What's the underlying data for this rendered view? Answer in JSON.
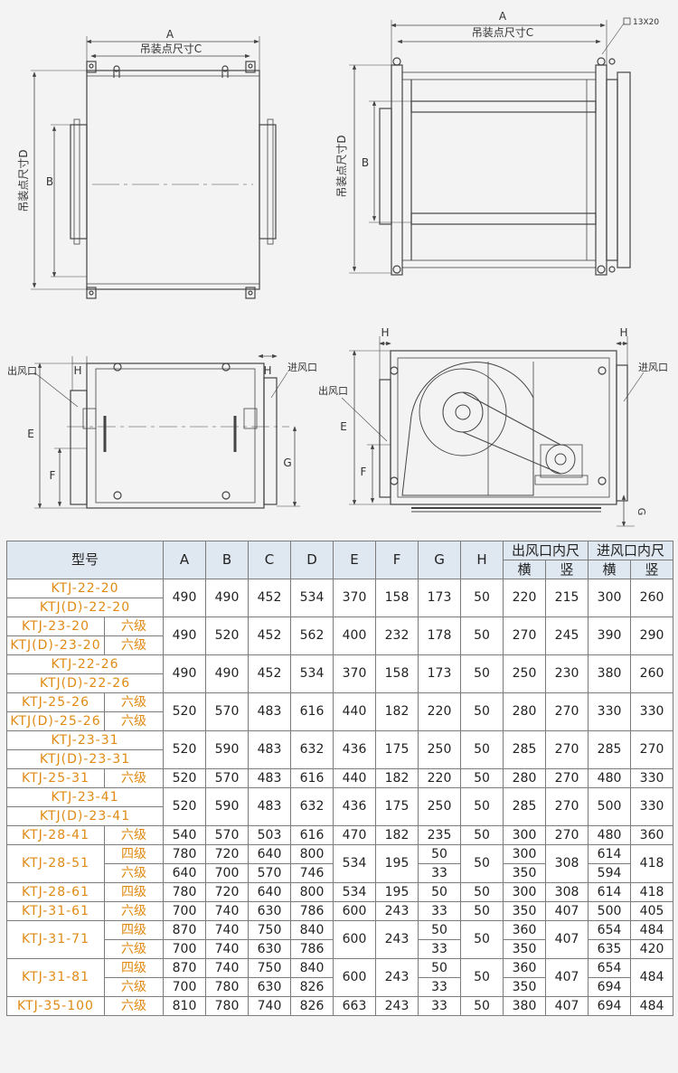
{
  "drawing_labels": {
    "A": "A",
    "B": "B",
    "C": "吊装点尺寸C",
    "D": "吊装点尺寸D",
    "E": "E",
    "F": "F",
    "G": "G",
    "H": "H",
    "hole": "13X20",
    "outlet": "出风口",
    "inlet": "进风口"
  },
  "table": {
    "headers": {
      "model": "型号",
      "dims": [
        "A",
        "B",
        "C",
        "D",
        "E",
        "F",
        "G",
        "H"
      ],
      "outlet": "出风口内尺",
      "inlet": "进风口内尺",
      "horizontal": "横",
      "vertical": "竖"
    },
    "groups": [
      {
        "rows": [
          {
            "model": "KTJ-22-20",
            "grade": "",
            "A": "490",
            "B": "490",
            "C": "452",
            "D": "534",
            "E": "370",
            "F": "158",
            "G": "173",
            "H": "50",
            "out_h": "220",
            "out_v": "215",
            "in_h": "300",
            "in_v": "260"
          },
          {
            "model": "KTJ(D)-22-20",
            "grade": ""
          }
        ]
      },
      {
        "rows": [
          {
            "model": "KTJ-23-20",
            "grade": "六级",
            "A": "490",
            "B": "520",
            "C": "452",
            "D": "562",
            "E": "400",
            "F": "232",
            "G": "178",
            "H": "50",
            "out_h": "270",
            "out_v": "245",
            "in_h": "390",
            "in_v": "290"
          },
          {
            "model": "KTJ(D)-23-20",
            "grade": "六级"
          }
        ]
      },
      {
        "rows": [
          {
            "model": "KTJ-22-26",
            "grade": "",
            "A": "490",
            "B": "490",
            "C": "452",
            "D": "534",
            "E": "370",
            "F": "158",
            "G": "173",
            "H": "50",
            "out_h": "250",
            "out_v": "230",
            "in_h": "380",
            "in_v": "260"
          },
          {
            "model": "KTJ(D)-22-26",
            "grade": ""
          }
        ]
      },
      {
        "rows": [
          {
            "model": "KTJ-25-26",
            "grade": "六级",
            "A": "520",
            "B": "570",
            "C": "483",
            "D": "616",
            "E": "440",
            "F": "182",
            "G": "220",
            "H": "50",
            "out_h": "280",
            "out_v": "270",
            "in_h": "330",
            "in_v": "330"
          },
          {
            "model": "KTJ(D)-25-26",
            "grade": "六级"
          }
        ]
      },
      {
        "rows": [
          {
            "model": "KTJ-23-31",
            "grade": "",
            "A": "520",
            "B": "590",
            "C": "483",
            "D": "632",
            "E": "436",
            "F": "175",
            "G": "250",
            "H": "50",
            "out_h": "285",
            "out_v": "270",
            "in_h": "285",
            "in_v": "270"
          },
          {
            "model": "KTJ(D)-23-31",
            "grade": ""
          }
        ]
      },
      {
        "rows": [
          {
            "model": "KTJ-25-31",
            "grade": "六级",
            "A": "520",
            "B": "570",
            "C": "483",
            "D": "616",
            "E": "440",
            "F": "182",
            "G": "220",
            "H": "50",
            "out_h": "280",
            "out_v": "270",
            "in_h": "480",
            "in_v": "330"
          }
        ]
      },
      {
        "rows": [
          {
            "model": "KTJ-23-41",
            "grade": "",
            "A": "520",
            "B": "590",
            "C": "483",
            "D": "632",
            "E": "436",
            "F": "175",
            "G": "250",
            "H": "50",
            "out_h": "285",
            "out_v": "270",
            "in_h": "500",
            "in_v": "330"
          },
          {
            "model": "KTJ(D)-23-41",
            "grade": ""
          }
        ]
      },
      {
        "rows": [
          {
            "model": "KTJ-28-41",
            "grade": "六级",
            "A": "540",
            "B": "570",
            "C": "503",
            "D": "616",
            "E": "470",
            "F": "182",
            "G": "235",
            "H": "50",
            "out_h": "300",
            "out_v": "270",
            "in_h": "480",
            "in_v": "360"
          }
        ]
      },
      {
        "rows": [
          {
            "model": "KTJ-28-51",
            "grade": "四级",
            "A": "780",
            "B": "720",
            "C": "640",
            "D": "800",
            "E": "534",
            "F": "195",
            "G": "50",
            "H": "50",
            "out_h": "300",
            "out_v": "308",
            "in_h": "614",
            "in_v": "418"
          },
          {
            "grade": "六级",
            "A": "640",
            "B": "700",
            "C": "570",
            "D": "746",
            "G": "33",
            "out_h": "350",
            "in_h": "594"
          }
        ]
      },
      {
        "rows": [
          {
            "model": "KTJ-28-61",
            "grade": "四级",
            "A": "780",
            "B": "720",
            "C": "640",
            "D": "800",
            "E": "534",
            "F": "195",
            "G": "50",
            "H": "50",
            "out_h": "300",
            "out_v": "308",
            "in_h": "614",
            "in_v": "418"
          }
        ]
      },
      {
        "rows": [
          {
            "model": "KTJ-31-61",
            "grade": "六级",
            "A": "700",
            "B": "740",
            "C": "630",
            "D": "786",
            "E": "600",
            "F": "243",
            "G": "33",
            "H": "50",
            "out_h": "350",
            "out_v": "407",
            "in_h": "500",
            "in_v": "405"
          }
        ]
      },
      {
        "rows": [
          {
            "model": "KTJ-31-71",
            "grade": "四级",
            "A": "870",
            "B": "740",
            "C": "750",
            "D": "840",
            "E": "600",
            "F": "243",
            "G": "50",
            "H": "50",
            "out_h": "360",
            "out_v": "407",
            "in_h": "654",
            "in_v": "484"
          },
          {
            "grade": "六级",
            "A": "700",
            "B": "740",
            "C": "630",
            "D": "786",
            "G": "33",
            "out_h": "350",
            "in_h": "635",
            "in_v": "420"
          }
        ]
      },
      {
        "rows": [
          {
            "model": "KTJ-31-81",
            "grade": "四级",
            "A": "870",
            "B": "740",
            "C": "750",
            "D": "840",
            "E": "600",
            "F": "243",
            "G": "50",
            "H": "50",
            "out_h": "360",
            "out_v": "407",
            "in_h": "654",
            "in_v": "484"
          },
          {
            "grade": "六级",
            "A": "700",
            "B": "780",
            "C": "630",
            "D": "826",
            "G": "33",
            "out_h": "350",
            "in_h": "694"
          }
        ]
      },
      {
        "rows": [
          {
            "model": "KTJ-35-100",
            "grade": "六级",
            "A": "810",
            "B": "780",
            "C": "740",
            "D": "826",
            "E": "663",
            "F": "243",
            "G": "33",
            "H": "50",
            "out_h": "380",
            "out_v": "407",
            "in_h": "694",
            "in_v": "484"
          }
        ]
      }
    ]
  }
}
